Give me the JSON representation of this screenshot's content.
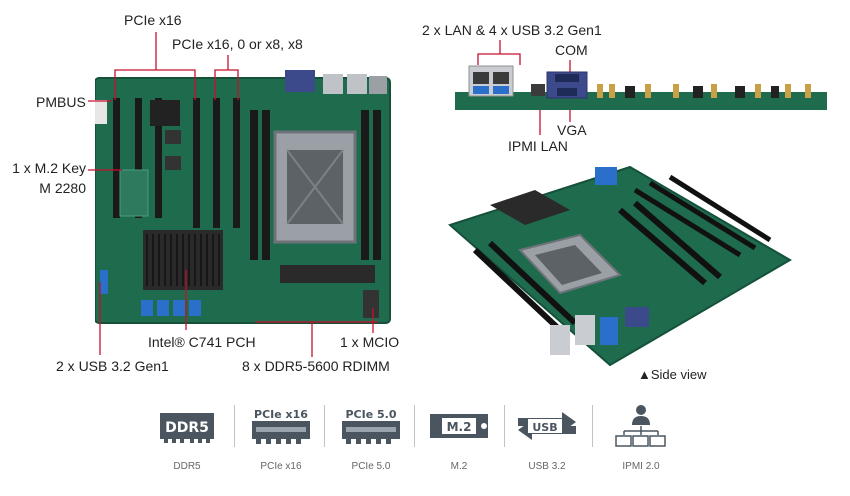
{
  "callouts": {
    "pcie_x16": "PCIe x16",
    "pcie_x16_split": "PCIe x16, 0 or x8, x8",
    "pmbus": "PMBUS",
    "m2_line1": "1 x M.2 Key",
    "m2_line2": "M 2280",
    "pch": "Intel® C741 PCH",
    "mcio": "1 x MCIO",
    "usb_front": "2 x USB 3.2 Gen1",
    "ddr": "8 x DDR5-5600 RDIMM",
    "lan_usb": "2 x LAN & 4 x USB 3.2 Gen1",
    "com": "COM",
    "vga": "VGA",
    "ipmi_lan": "IPMI LAN",
    "side_view": "▲Side view"
  },
  "features": [
    {
      "icon": "ddr5-icon",
      "badge": "DDR5",
      "caption": "DDR5"
    },
    {
      "icon": "pcie-x16-icon",
      "badge": "PCIe x16",
      "caption": "PCIe x16"
    },
    {
      "icon": "pcie-5-icon",
      "badge": "PCIe 5.0",
      "caption": "PCIe 5.0"
    },
    {
      "icon": "m2-icon",
      "badge": "M.2",
      "caption": "M.2"
    },
    {
      "icon": "usb-icon",
      "badge": "USB",
      "caption": "USB 3.2"
    },
    {
      "icon": "ipmi-icon",
      "badge": "",
      "caption": "IPMI 2.0"
    }
  ],
  "colors": {
    "pcb": "#1f6b4e",
    "slot": "#1a1a1a",
    "icon_dark": "#4a5560",
    "caption_grey": "#666666",
    "connector_blue": "#2a6fc9"
  }
}
